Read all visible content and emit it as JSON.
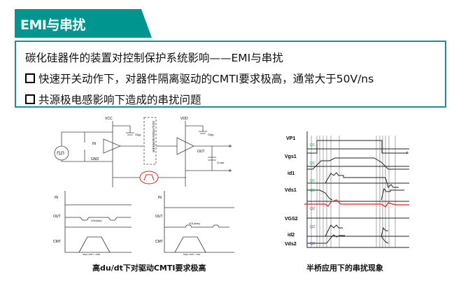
{
  "header": {
    "title": "EMI与串扰"
  },
  "content": {
    "heading": "碳化硅器件的装置对控制保护系统影响——EMI与串扰",
    "bullets": [
      "快速开关动作下，对器件隔离驱动的CMTI要求极高，通常大于50V/ns",
      "共源极电感影响下造成的串扰问题"
    ]
  },
  "left_figure": {
    "circuit": {
      "vcc": "VCC",
      "vdd": "VDD",
      "in": "IN",
      "gnd": "GND",
      "out": "OUT",
      "barrier": "ISOLATION BARRIER",
      "cbyp1": "CByp",
      "cbyp2": "CByp",
      "cload": "CLoad"
    },
    "waveform_left": {
      "in": "IN",
      "out": "OUT",
      "cmt": "CMT",
      "vlabel": "VOH(min)",
      "foot": "Static CMTI - CMH"
    },
    "waveform_right": {
      "in": "IN",
      "out": "OUT",
      "cmt": "CMT",
      "vlabel": "VOL(max)",
      "foot": "Static CMTI - CML"
    },
    "caption": "高du/dt下对驱动CMTI要求极高"
  },
  "right_figure": {
    "labels": [
      "VP1",
      "Vgs1",
      "id1",
      "Vds1",
      "VGS2",
      "id2",
      "Vds2"
    ],
    "q_labels": [
      "Q1",
      "Q1",
      "Q1",
      "Q1",
      "Q2",
      "Q2",
      "Q2"
    ],
    "axis": "t",
    "colors": {
      "q1": "#1aa34a",
      "q2": "#7a3fa0",
      "vgs2": "#e0201a"
    },
    "caption": "半桥应用下的串扰现象"
  }
}
